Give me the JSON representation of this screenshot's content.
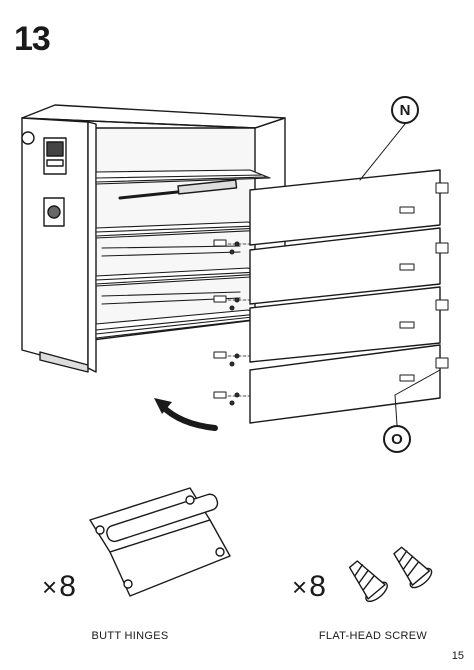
{
  "step": {
    "number": "13"
  },
  "callouts": {
    "top": "N",
    "bottom": "O"
  },
  "parts": [
    {
      "quantity": "8",
      "multiplier": "×",
      "label": "BUTT HINGES",
      "icon": "butt-hinge-icon"
    },
    {
      "quantity": "8",
      "multiplier": "×",
      "label": "FLAT-HEAD SCREW",
      "icon": "flat-head-screw-icon"
    }
  ],
  "page": {
    "number": "15"
  }
}
